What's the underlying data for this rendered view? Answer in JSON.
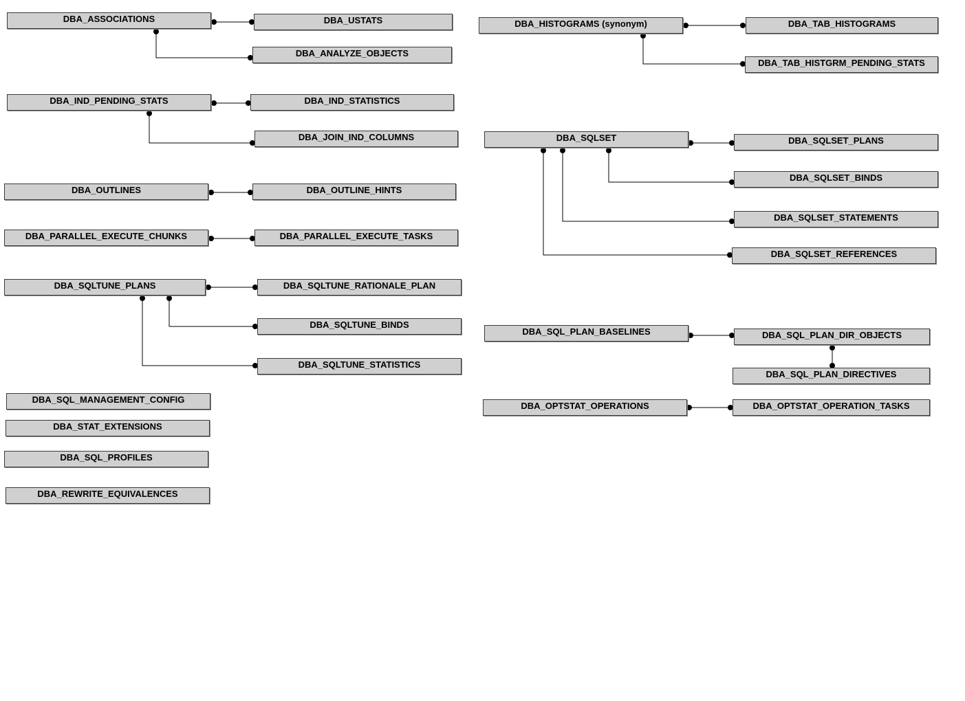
{
  "entities": {
    "dba_associations": "DBA_ASSOCIATIONS",
    "dba_ustats": "DBA_USTATS",
    "dba_analyze_objects": "DBA_ANALYZE_OBJECTS",
    "dba_ind_pending_stats": "DBA_IND_PENDING_STATS",
    "dba_ind_statistics": "DBA_IND_STATISTICS",
    "dba_join_ind_columns": "DBA_JOIN_IND_COLUMNS",
    "dba_outlines": "DBA_OUTLINES",
    "dba_outline_hints": "DBA_OUTLINE_HINTS",
    "dba_parallel_execute_chunks": "DBA_PARALLEL_EXECUTE_CHUNKS",
    "dba_parallel_execute_tasks": "DBA_PARALLEL_EXECUTE_TASKS",
    "dba_sqltune_plans": "DBA_SQLTUNE_PLANS",
    "dba_sqltune_rationale_plan": "DBA_SQLTUNE_RATIONALE_PLAN",
    "dba_sqltune_binds": "DBA_SQLTUNE_BINDS",
    "dba_sqltune_statistics": "DBA_SQLTUNE_STATISTICS",
    "dba_sql_management_config": "DBA_SQL_MANAGEMENT_CONFIG",
    "dba_stat_extensions": "DBA_STAT_EXTENSIONS",
    "dba_sql_profiles": "DBA_SQL_PROFILES",
    "dba_rewrite_equivalences": "DBA_REWRITE_EQUIVALENCES",
    "dba_histograms": "DBA_HISTOGRAMS (synonym)",
    "dba_tab_histograms": "DBA_TAB_HISTOGRAMS",
    "dba_tab_histgrm_pending_stats": "DBA_TAB_HISTGRM_PENDING_STATS",
    "dba_sqlset": "DBA_SQLSET",
    "dba_sqlset_plans": "DBA_SQLSET_PLANS",
    "dba_sqlset_binds": "DBA_SQLSET_BINDS",
    "dba_sqlset_statements": "DBA_SQLSET_STATEMENTS",
    "dba_sqlset_references": "DBA_SQLSET_REFERENCES",
    "dba_sql_plan_baselines": "DBA_SQL_PLAN_BASELINES",
    "dba_sql_plan_dir_objects": "DBA_SQL_PLAN_DIR_OBJECTS",
    "dba_sql_plan_directives": "DBA_SQL_PLAN_DIRECTIVES",
    "dba_optstat_operations": "DBA_OPTSTAT_OPERATIONS",
    "dba_optstat_operation_tasks": "DBA_OPTSTAT_OPERATION_TASKS"
  },
  "relationships": [
    {
      "from": "DBA_ASSOCIATIONS",
      "to": "DBA_USTATS"
    },
    {
      "from": "DBA_ASSOCIATIONS",
      "to": "DBA_ANALYZE_OBJECTS"
    },
    {
      "from": "DBA_IND_PENDING_STATS",
      "to": "DBA_IND_STATISTICS"
    },
    {
      "from": "DBA_IND_PENDING_STATS",
      "to": "DBA_JOIN_IND_COLUMNS"
    },
    {
      "from": "DBA_OUTLINES",
      "to": "DBA_OUTLINE_HINTS"
    },
    {
      "from": "DBA_PARALLEL_EXECUTE_CHUNKS",
      "to": "DBA_PARALLEL_EXECUTE_TASKS"
    },
    {
      "from": "DBA_SQLTUNE_PLANS",
      "to": "DBA_SQLTUNE_RATIONALE_PLAN"
    },
    {
      "from": "DBA_SQLTUNE_PLANS",
      "to": "DBA_SQLTUNE_BINDS"
    },
    {
      "from": "DBA_SQLTUNE_PLANS",
      "to": "DBA_SQLTUNE_STATISTICS"
    },
    {
      "from": "DBA_HISTOGRAMS (synonym)",
      "to": "DBA_TAB_HISTOGRAMS"
    },
    {
      "from": "DBA_HISTOGRAMS (synonym)",
      "to": "DBA_TAB_HISTGRM_PENDING_STATS"
    },
    {
      "from": "DBA_SQLSET",
      "to": "DBA_SQLSET_PLANS"
    },
    {
      "from": "DBA_SQLSET",
      "to": "DBA_SQLSET_BINDS"
    },
    {
      "from": "DBA_SQLSET",
      "to": "DBA_SQLSET_STATEMENTS"
    },
    {
      "from": "DBA_SQLSET",
      "to": "DBA_SQLSET_REFERENCES"
    },
    {
      "from": "DBA_SQL_PLAN_BASELINES",
      "to": "DBA_SQL_PLAN_DIR_OBJECTS"
    },
    {
      "from": "DBA_SQL_PLAN_DIR_OBJECTS",
      "to": "DBA_SQL_PLAN_DIRECTIVES"
    },
    {
      "from": "DBA_OPTSTAT_OPERATIONS",
      "to": "DBA_OPTSTAT_OPERATION_TASKS"
    }
  ],
  "colors": {
    "entity_fill": "#d0d0d0",
    "entity_border": "#3a3a3a",
    "connector": "#000000",
    "background": "#ffffff"
  }
}
